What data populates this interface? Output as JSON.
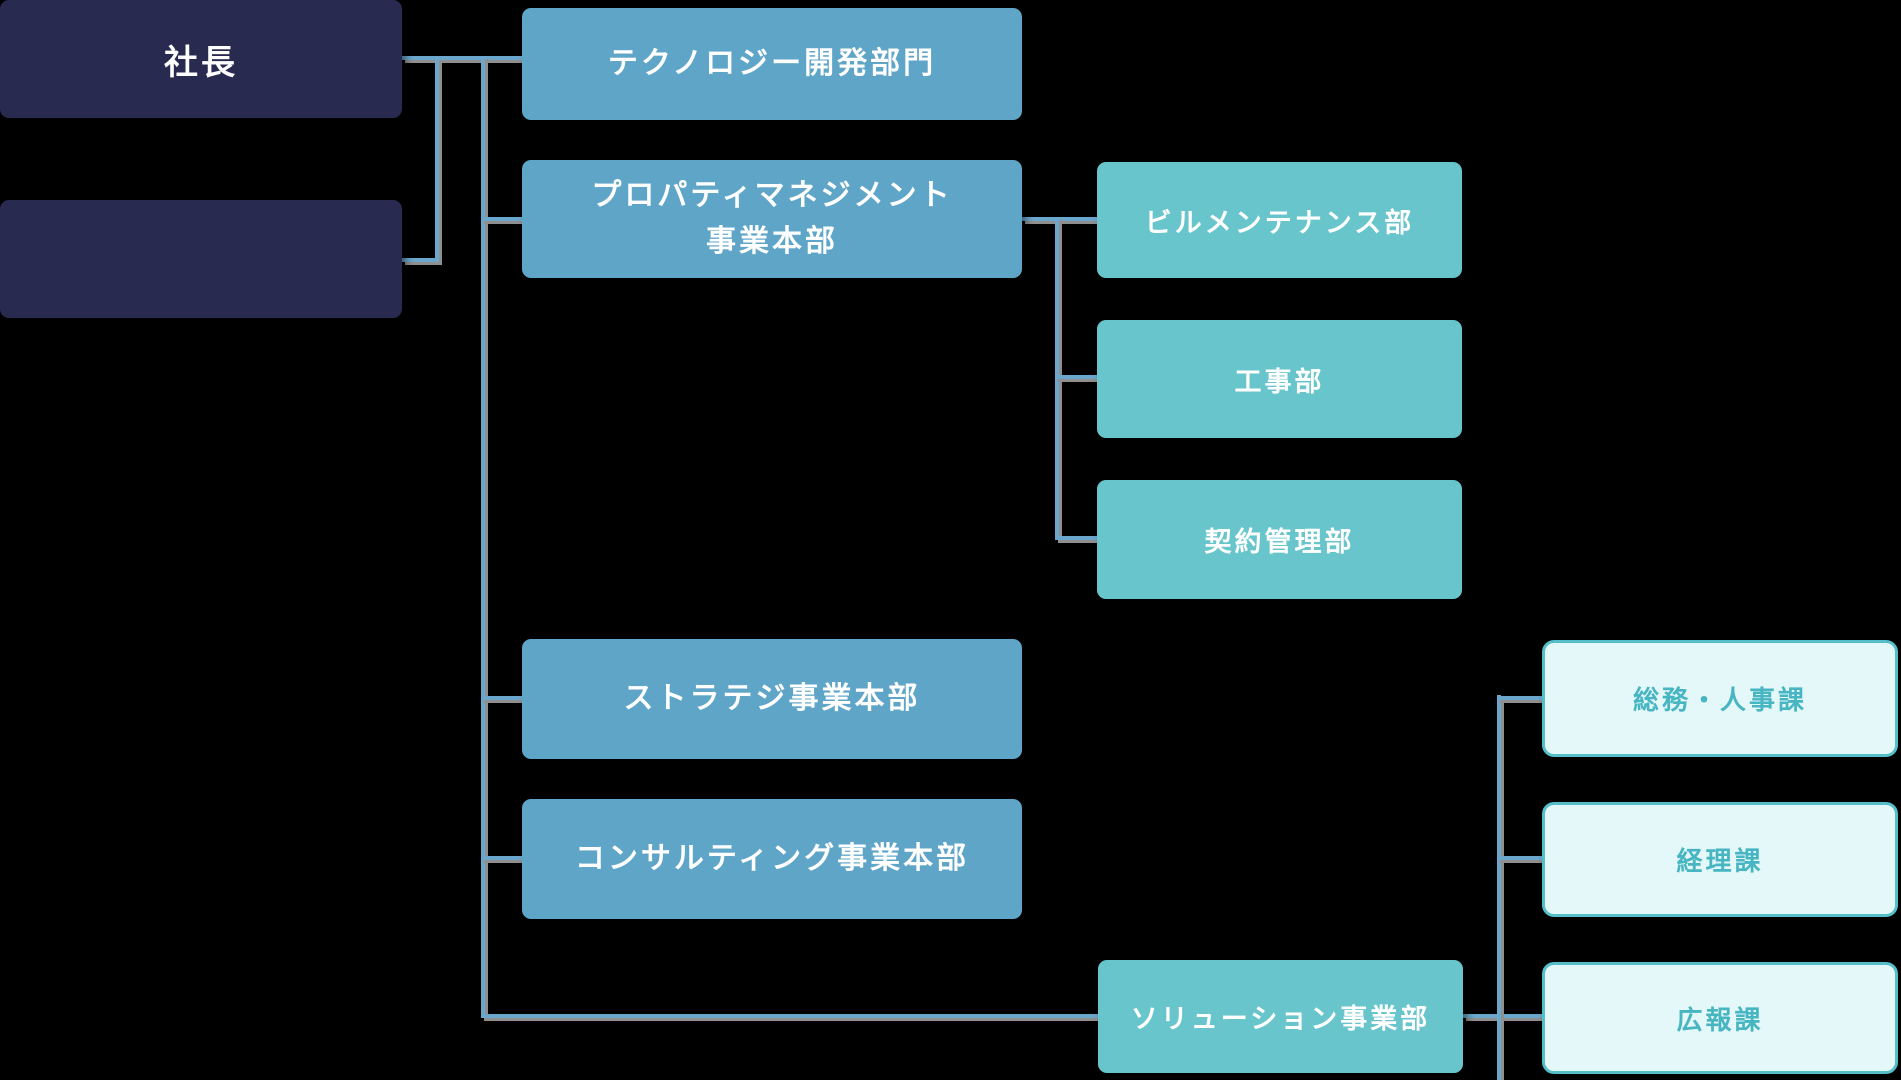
{
  "palette": {
    "bg": "#000000",
    "navy": "#282b4f",
    "blue": "#5fa5c8",
    "teal": "#68c5cc",
    "light_bg": "#e4f7f9",
    "light_border": "#54bec9",
    "light_text": "#47b6c2",
    "line_blue": "#6ba6cc",
    "line_gray": "#8f8f8f",
    "text_white": "#ffffff"
  },
  "org": {
    "root": {
      "id": "president",
      "label": "社長"
    },
    "secondary": {
      "id": "vacant-box",
      "label": ""
    },
    "divisions": [
      {
        "id": "tech",
        "label": "テクノロジー開発部門",
        "children": []
      },
      {
        "id": "property",
        "label": "プロパティマネジメント事業本部",
        "label_lines": [
          "プロパティマネジメント",
          "事業本部"
        ],
        "children": [
          {
            "id": "building-maintenance",
            "label": "ビルメンテナンス部"
          },
          {
            "id": "construction",
            "label": "工事部"
          },
          {
            "id": "contract-management",
            "label": "契約管理部"
          }
        ]
      },
      {
        "id": "strategy",
        "label": "ストラテジ事業本部",
        "children": []
      },
      {
        "id": "consulting",
        "label": "コンサルティング事業本部",
        "children": []
      },
      {
        "id": "solution",
        "label": "ソリューション事業部",
        "children": [
          {
            "id": "general-affairs-hr",
            "label": "総務・人事課"
          },
          {
            "id": "accounting",
            "label": "経理課"
          },
          {
            "id": "public-relations",
            "label": "広報課"
          }
        ]
      }
    ]
  }
}
